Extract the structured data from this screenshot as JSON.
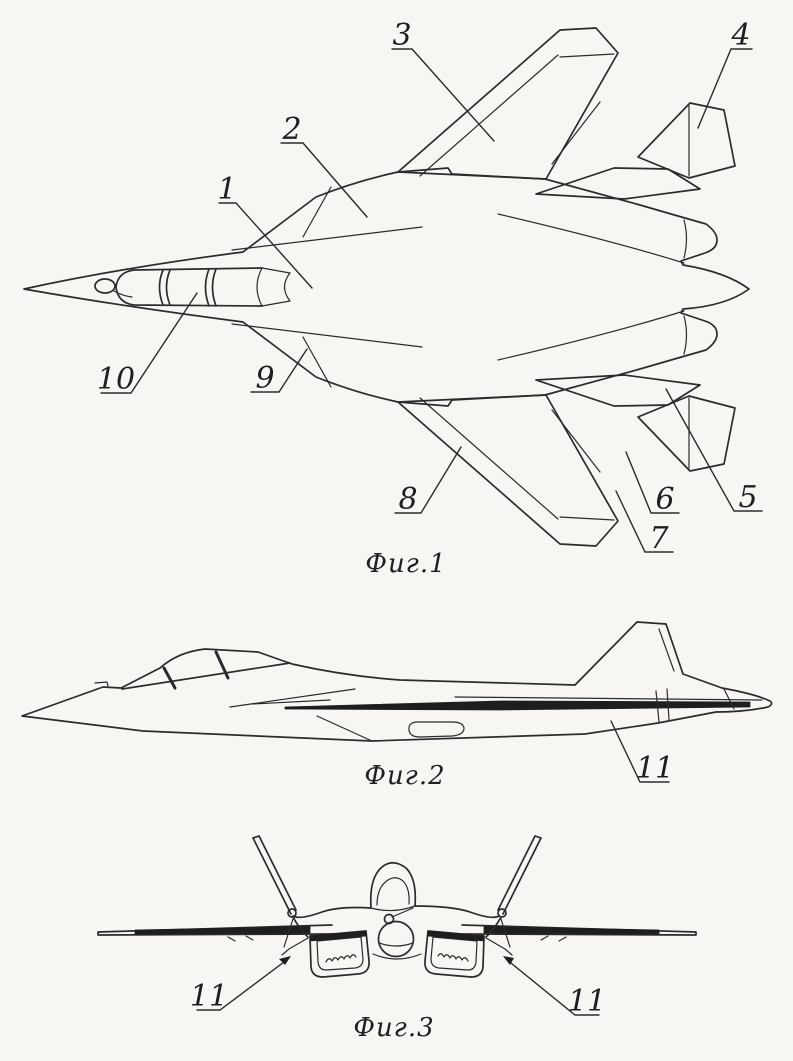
{
  "document": {
    "type": "patent-style three-view aircraft line drawing",
    "subject": "twin-engine jet fighter (plan, side and front projections)",
    "background_color": "#f7f6f3",
    "ink_color": "#2b2b2b"
  },
  "captions": {
    "fig1": "Фиг.1",
    "fig2": "Фиг.2",
    "fig3": "Фиг.3"
  },
  "labels": {
    "n1": "1",
    "n2": "2",
    "n3": "3",
    "n4": "4",
    "n5": "5",
    "n6": "6",
    "n7": "7",
    "n8": "8",
    "n9": "9",
    "n10": "10",
    "n11": "11"
  },
  "figures": [
    {
      "caption": "Фиг.1",
      "view": "top plan view",
      "callouts": [
        "1",
        "2",
        "3",
        "4",
        "5",
        "6",
        "7",
        "8",
        "9",
        "10"
      ]
    },
    {
      "caption": "Фиг.2",
      "view": "left side view",
      "callouts": [
        "11"
      ]
    },
    {
      "caption": "Фиг.3",
      "view": "front view",
      "callouts": [
        "11",
        "11"
      ]
    }
  ]
}
